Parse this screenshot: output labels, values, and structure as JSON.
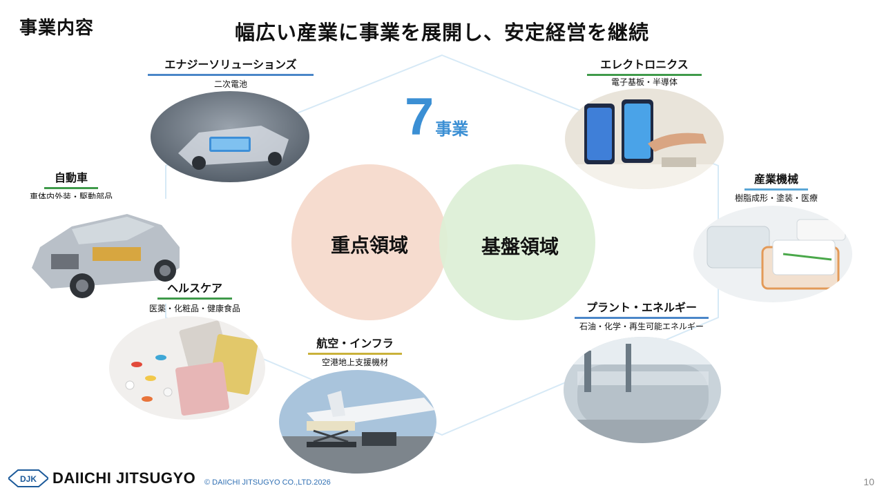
{
  "header": {
    "section_label": "事業内容",
    "headline": "幅広い産業に事業を展開し、安定経営を継続"
  },
  "center": {
    "count_number": "7",
    "count_unit": "事業",
    "focus_area": "重点領域",
    "base_area": "基盤領域",
    "colors": {
      "count": "#3b8fd4",
      "focus_circle": "#f6dccf",
      "base_circle": "#dcefd6",
      "hexagon_line": "#d6e9f6"
    }
  },
  "segments": [
    {
      "title": "エナジーソリューションズ",
      "subtitle": "二次電池",
      "underline": "#4a86c8",
      "image": "car-battery-chassis-photo"
    },
    {
      "title": "エレクトロニクス",
      "subtitle": "電子基板・半導体",
      "underline": "#3f9a4a",
      "image": "smartphones-photo"
    },
    {
      "title": "自動車",
      "subtitle": "車体内外装・駆動部品",
      "underline": "#3f9a4a",
      "image": "car-cutaway-photo"
    },
    {
      "title": "産業機械",
      "subtitle": "樹脂成形・塗装・医療",
      "underline": "#5aa6d6",
      "image": "plastic-trays-photo"
    },
    {
      "title": "ヘルスケア",
      "subtitle": "医薬・化粧品・健康食品",
      "underline": "#3f9a4a",
      "image": "pills-photo"
    },
    {
      "title": "プラント・エネルギー",
      "subtitle": "石油・化学・再生可能エネルギー",
      "underline": "#4a86c8",
      "image": "plant-tank-photo"
    },
    {
      "title": "航空・インフラ",
      "subtitle": "空港地上支援機材",
      "underline": "#c9b13a",
      "image": "aircraft-loader-photo"
    }
  ],
  "footer": {
    "logo_mark": "DJK",
    "logo_text": "DAIICHI JITSUGYO",
    "copyright": "© DAIICHI JITSUGYO CO.,LTD.2026",
    "page_number": "10"
  }
}
